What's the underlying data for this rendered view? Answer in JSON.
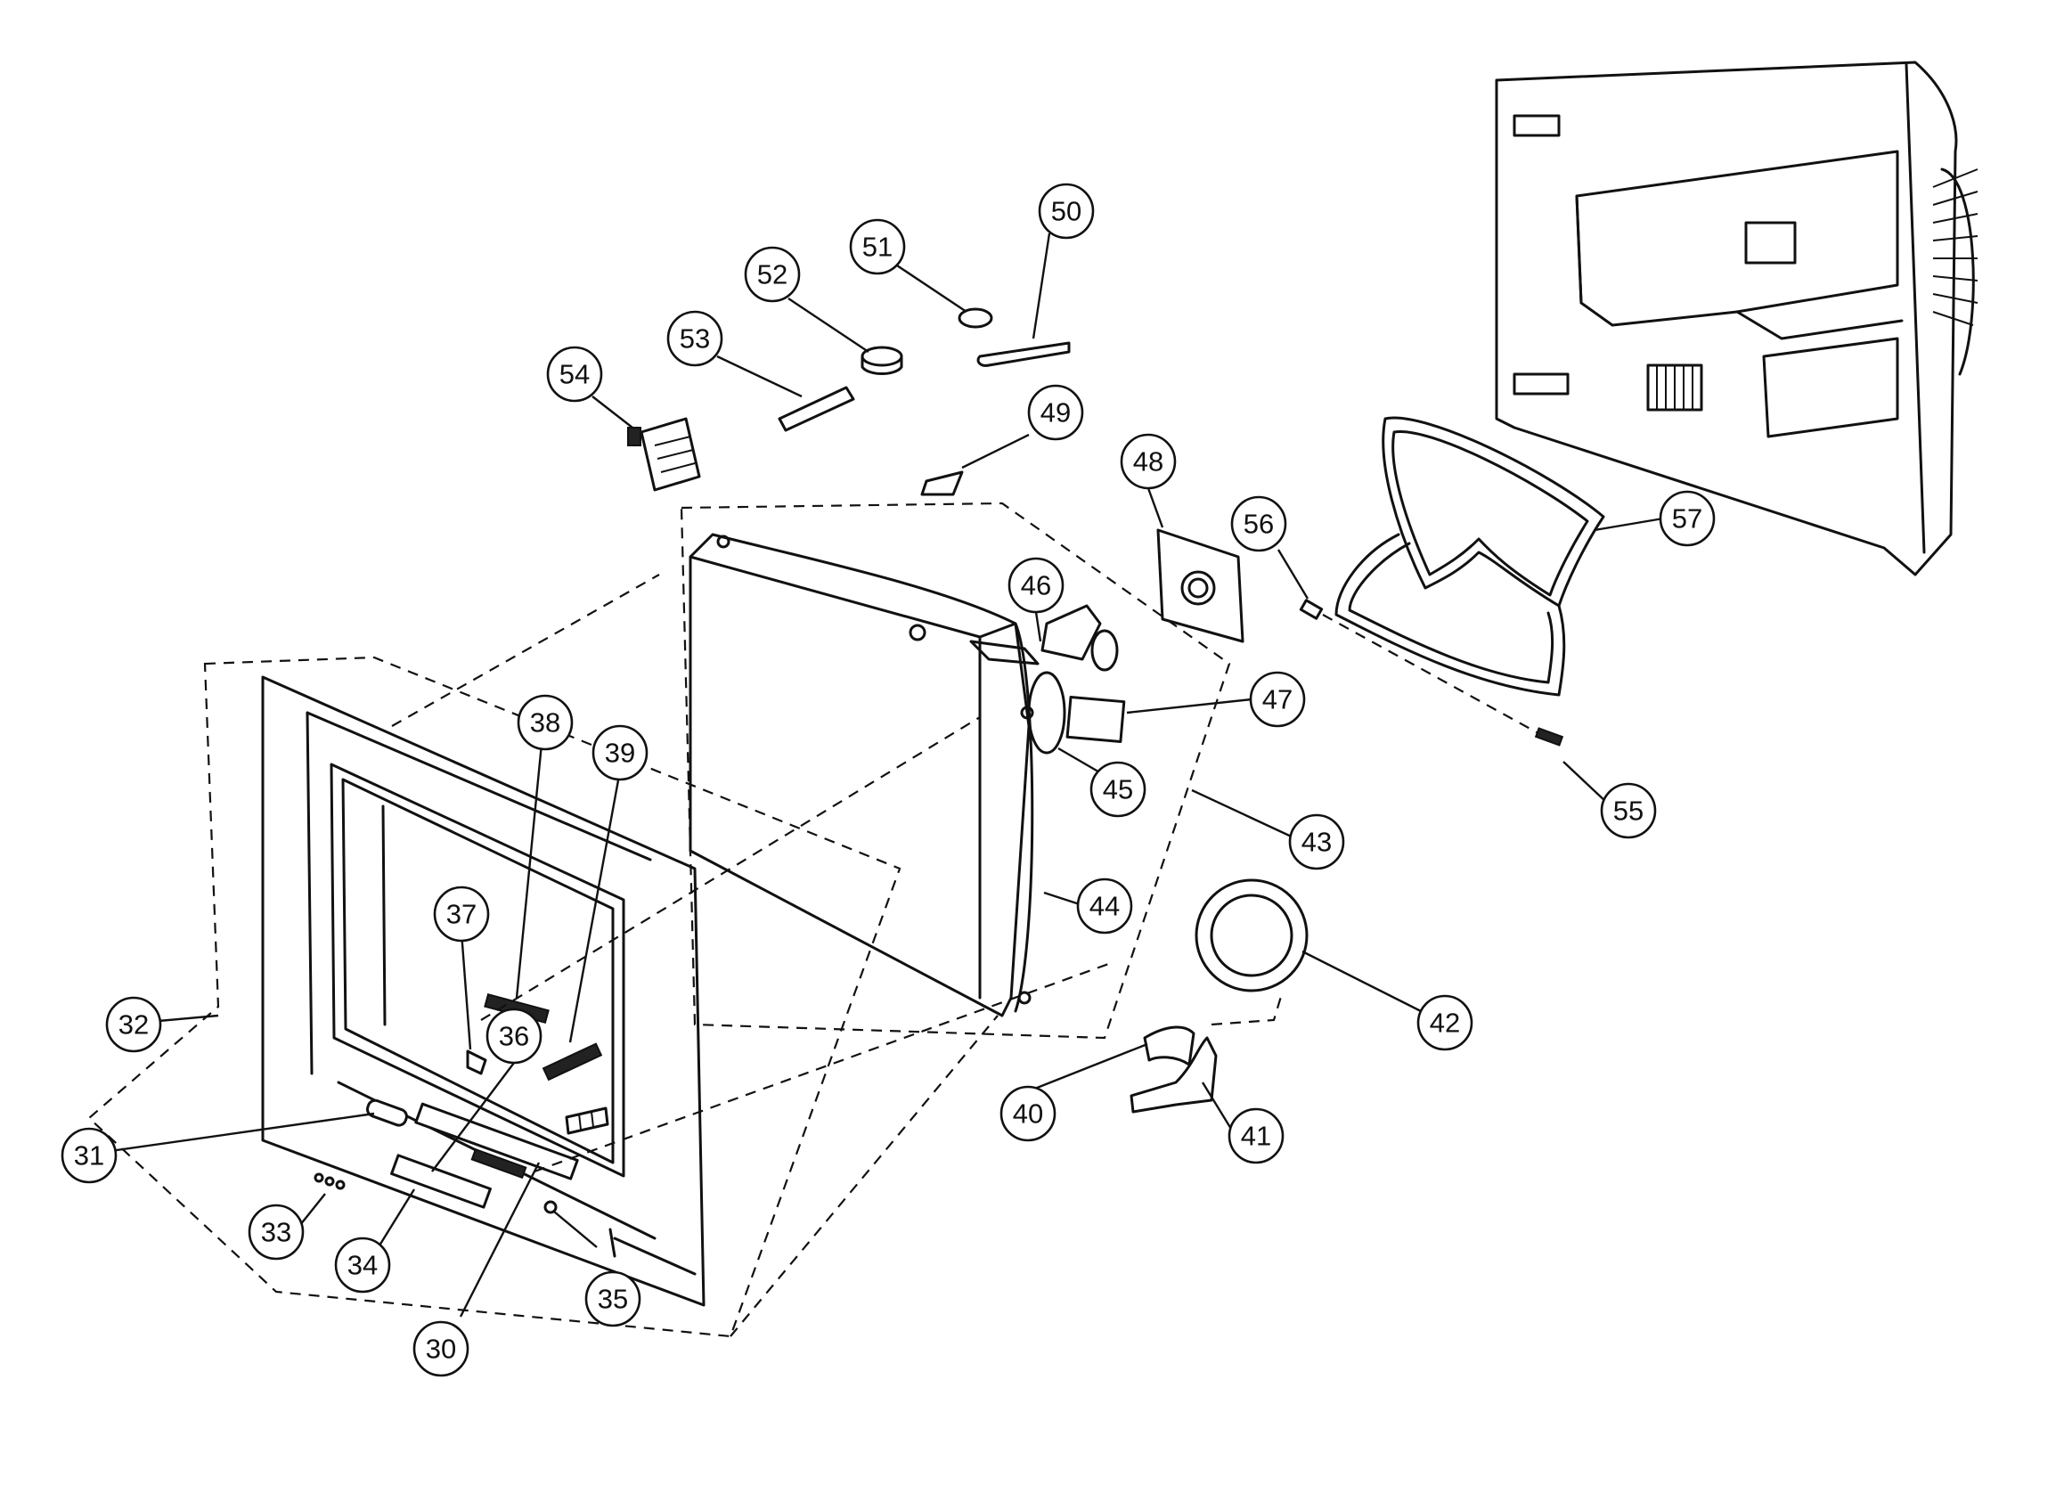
{
  "callouts": [
    {
      "label": "30",
      "target": "front-panel-buttons"
    },
    {
      "label": "31",
      "target": "power-button"
    },
    {
      "label": "32",
      "target": "front-cabinet-assembly"
    },
    {
      "label": "33",
      "target": "screws"
    },
    {
      "label": "34",
      "target": "control-door"
    },
    {
      "label": "35",
      "target": "led-lens"
    },
    {
      "label": "36",
      "target": "control-button-strip"
    },
    {
      "label": "37",
      "target": "small-bracket"
    },
    {
      "label": "38",
      "target": "badge-plate"
    },
    {
      "label": "39",
      "target": "badge-plate-right"
    },
    {
      "label": "40",
      "target": "crt-bracket-left"
    },
    {
      "label": "41",
      "target": "crt-bracket-right"
    },
    {
      "label": "42",
      "target": "degaussing-coil"
    },
    {
      "label": "43",
      "target": "crt-assembly"
    },
    {
      "label": "44",
      "target": "picture-tube"
    },
    {
      "label": "45",
      "target": "deflection-yoke"
    },
    {
      "label": "46",
      "target": "yoke-clamp"
    },
    {
      "label": "47",
      "target": "crt-socket-board"
    },
    {
      "label": "48",
      "target": "rear-panel-plate"
    },
    {
      "label": "49",
      "target": "corner-bracket"
    },
    {
      "label": "50",
      "target": "clip"
    },
    {
      "label": "51",
      "target": "cap"
    },
    {
      "label": "52",
      "target": "knob"
    },
    {
      "label": "53",
      "target": "strap"
    },
    {
      "label": "54",
      "target": "terminal-board"
    },
    {
      "label": "55",
      "target": "back-screw"
    },
    {
      "label": "56",
      "target": "back-screw-small"
    },
    {
      "label": "57",
      "target": "back-cover-gasket"
    }
  ],
  "colors": {
    "ink": "#111111",
    "paper": "#ffffff"
  }
}
